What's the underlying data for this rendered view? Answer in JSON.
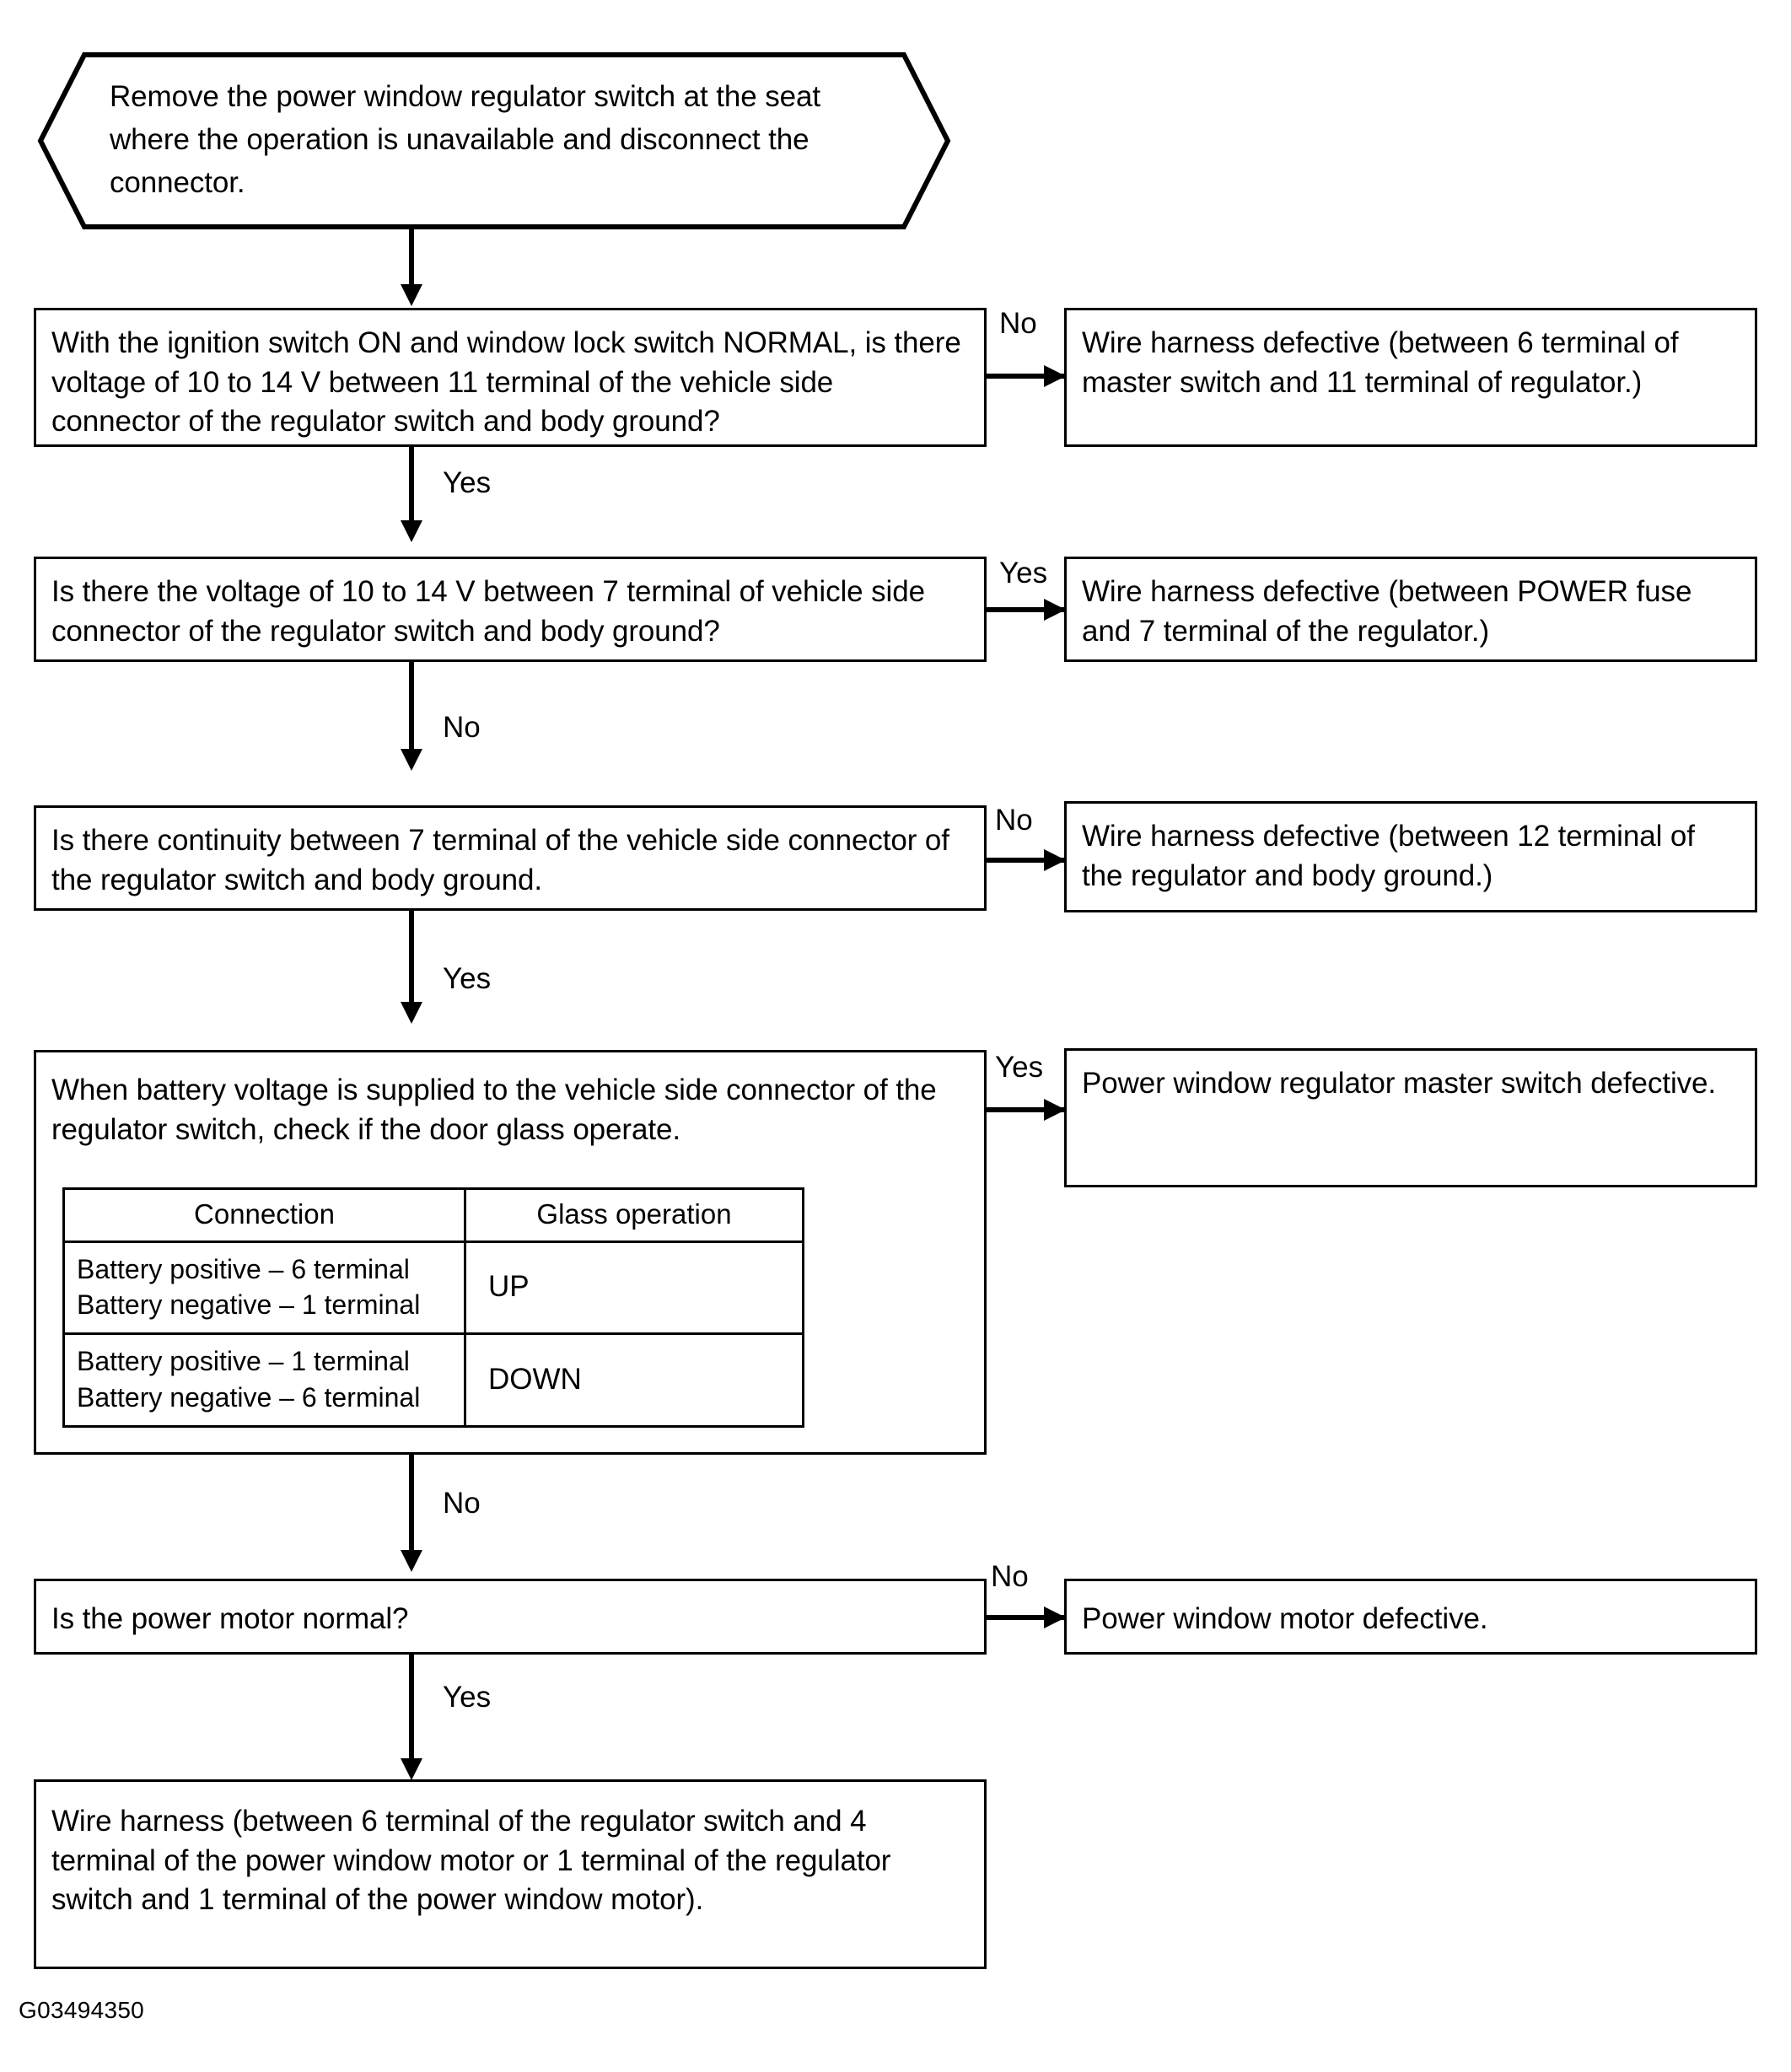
{
  "diagram": {
    "figure_id": "G03494350",
    "branch_labels": {
      "yes": "Yes",
      "no": "No"
    },
    "start": {
      "text": "Remove the power window regulator switch at the seat where the operation is unavailable and disconnect the connector."
    },
    "steps": [
      {
        "id": "step-1",
        "question": "With the ignition switch ON and window lock switch NORMAL, is there voltage of 10 to 14 V between 11 terminal of the vehicle side connector of the regulator switch and body ground?",
        "branch_out_label": "No",
        "branch_down_label": "Yes",
        "result": "Wire harness defective (between 6 terminal of master switch and 11 terminal of regulator.)"
      },
      {
        "id": "step-2",
        "question": "Is there the voltage of 10 to 14 V between 7 terminal of vehicle side connector of the regulator switch and body ground?",
        "branch_out_label": "Yes",
        "branch_down_label": "No",
        "result": "Wire harness defective (between POWER fuse and 7 terminal of the regulator.)"
      },
      {
        "id": "step-3",
        "question": "Is there continuity between 7 terminal of the vehicle side connector of the regulator switch and body ground.",
        "branch_out_label": "No",
        "branch_down_label": "Yes",
        "result": "Wire harness defective (between 12 terminal of the regulator and body ground.)"
      },
      {
        "id": "step-4",
        "question": "When battery voltage is supplied to the vehicle side connector of the regulator switch, check if the door glass operate.",
        "branch_out_label": "Yes",
        "branch_down_label": "No",
        "result": "Power window regulator master switch defective.",
        "table": {
          "headers": [
            "Connection",
            "Glass operation"
          ],
          "rows": [
            {
              "connection": "Battery positive – 6 terminal\nBattery negative – 1 terminal",
              "operation": "UP"
            },
            {
              "connection": "Battery positive – 1 terminal\nBattery negative – 6 terminal",
              "operation": "DOWN"
            }
          ]
        }
      },
      {
        "id": "step-5",
        "question": "Is the power motor normal?",
        "branch_out_label": "No",
        "branch_down_label": "Yes",
        "result": "Power window motor defective."
      }
    ],
    "final": {
      "text": "Wire harness (between 6 terminal of the regulator switch and 4 terminal of the power window motor or 1 terminal of the regulator switch and 1 terminal of the power window motor)."
    }
  }
}
